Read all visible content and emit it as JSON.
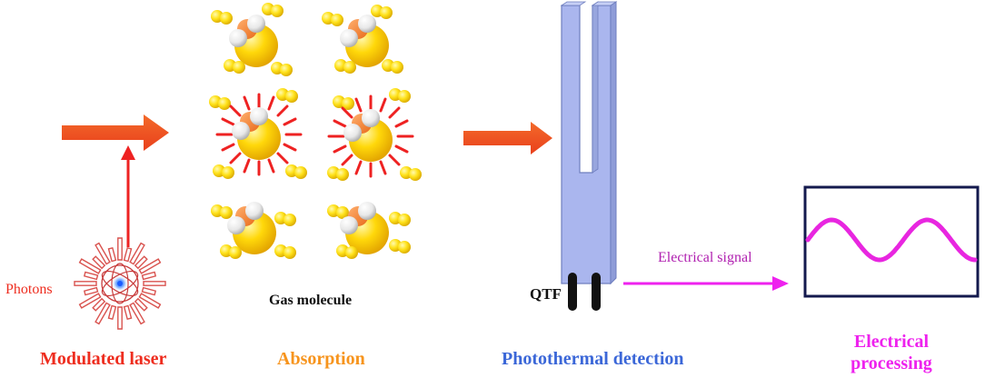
{
  "labels": {
    "photons": "Photons",
    "gas_molecule": "Gas molecule",
    "qtf": "QTF",
    "electrical_signal": "Electrical signal",
    "modulated_laser": "Modulated laser",
    "absorption": "Absorption",
    "photothermal_detection": "Photothermal detection",
    "electrical_processing_line1": "Electrical",
    "electrical_processing_line2": "processing"
  },
  "colors": {
    "laser_red": "#ee2d1f",
    "arrow_orange": "#f0521e",
    "absorption_orange": "#f7941d",
    "detection_blue": "#3b67d8",
    "processing_magenta": "#ee22ee",
    "qtf_fill": "#a9b8ee",
    "sine_magenta": "#e826e0",
    "frame_navy": "#141a4e",
    "molecule_yellow": "#f5c800"
  }
}
